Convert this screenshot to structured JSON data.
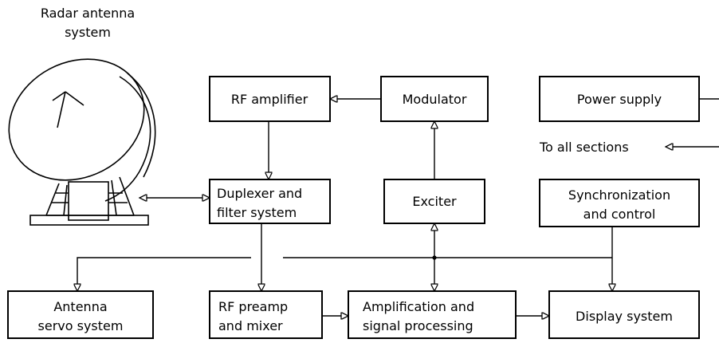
{
  "diagram": {
    "antenna_label": [
      "Radar antenna",
      "system"
    ],
    "blocks": {
      "rf_amplifier": [
        "RF amplifier"
      ],
      "modulator": [
        "Modulator"
      ],
      "power_supply": [
        "Power supply"
      ],
      "duplexer": [
        "Duplexer and",
        "filter system"
      ],
      "exciter": [
        "Exciter"
      ],
      "sync_control": [
        "Synchronization",
        "and control"
      ],
      "antenna_servo": [
        "Antenna",
        "servo system"
      ],
      "rf_preamp": [
        "RF preamp",
        "and mixer"
      ],
      "amplification": [
        "Amplification and",
        "signal processing"
      ],
      "display": [
        "Display system"
      ]
    },
    "to_all_sections": "To all sections"
  }
}
